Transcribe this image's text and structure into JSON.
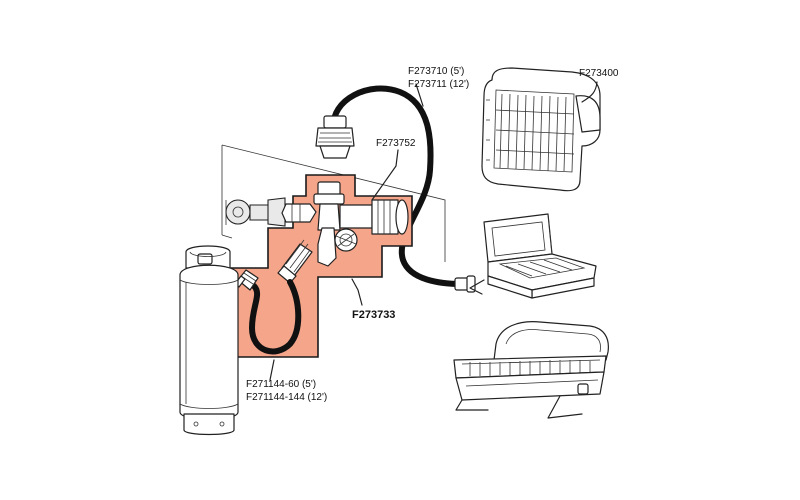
{
  "labels": {
    "hose_main_a": "F273710 (5')",
    "hose_main_b": "F273711 (12')",
    "heater": "F273400",
    "tee_fitting": "F273752",
    "adapter_kit": "F273733",
    "tank_hose_a": "F271144-60 (5')",
    "tank_hose_b": "F271144-144 (12')"
  },
  "colors": {
    "highlight_fill": "#f4a58a",
    "highlight_stroke": "#1a1a1a"
  }
}
